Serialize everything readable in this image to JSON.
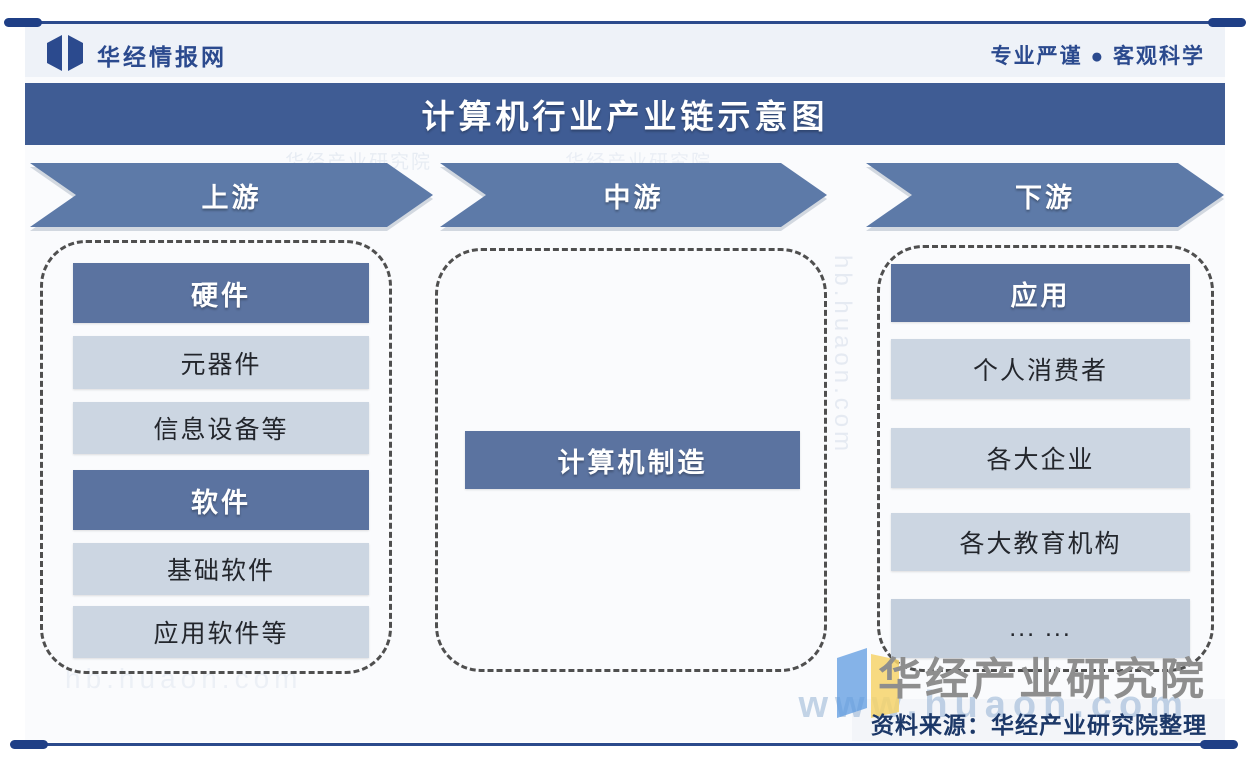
{
  "header": {
    "brand": "华经情报网",
    "tagline": "专业严谨 ● 客观科学"
  },
  "title": "计算机行业产业链示意图",
  "stages": [
    {
      "label": "上游"
    },
    {
      "label": "中游"
    },
    {
      "label": "下游"
    }
  ],
  "columns": {
    "upstream": {
      "items": [
        {
          "label": "硬件",
          "type": "header"
        },
        {
          "label": "元器件",
          "type": "item"
        },
        {
          "label": "信息设备等",
          "type": "item"
        },
        {
          "label": "软件",
          "type": "header"
        },
        {
          "label": "基础软件",
          "type": "item"
        },
        {
          "label": "应用软件等",
          "type": "item"
        }
      ]
    },
    "midstream": {
      "items": [
        {
          "label": "计算机制造",
          "type": "header"
        }
      ]
    },
    "downstream": {
      "items": [
        {
          "label": "应用",
          "type": "header"
        },
        {
          "label": "个人消费者",
          "type": "item"
        },
        {
          "label": "各大企业",
          "type": "item"
        },
        {
          "label": "各大教育机构",
          "type": "item"
        },
        {
          "label": "... ...",
          "type": "item"
        }
      ]
    }
  },
  "footer": {
    "org": "华经产业研究院",
    "source": "资料来源：华经产业研究院整理",
    "url": "www.huaon.com"
  },
  "watermarks": {
    "w1": "hb.huaon.com",
    "w2": "hb.huaon.com",
    "w3": "华经产业研究院",
    "w4": "华经产业研究院"
  },
  "colors": {
    "rule_navy": "#2b4a8c",
    "brand_blue": "#2b4a8e",
    "title_bar": "#3f5c94",
    "arrow_blue": "#5d7aa8",
    "dark_bar": "#5b73a0",
    "light_bar": "#ccd6e2",
    "org_gray": "#8e8e8e",
    "source_navy": "#1c3868",
    "logo_blue": "#5e9be0",
    "logo_yellow": "#f6d36b"
  }
}
